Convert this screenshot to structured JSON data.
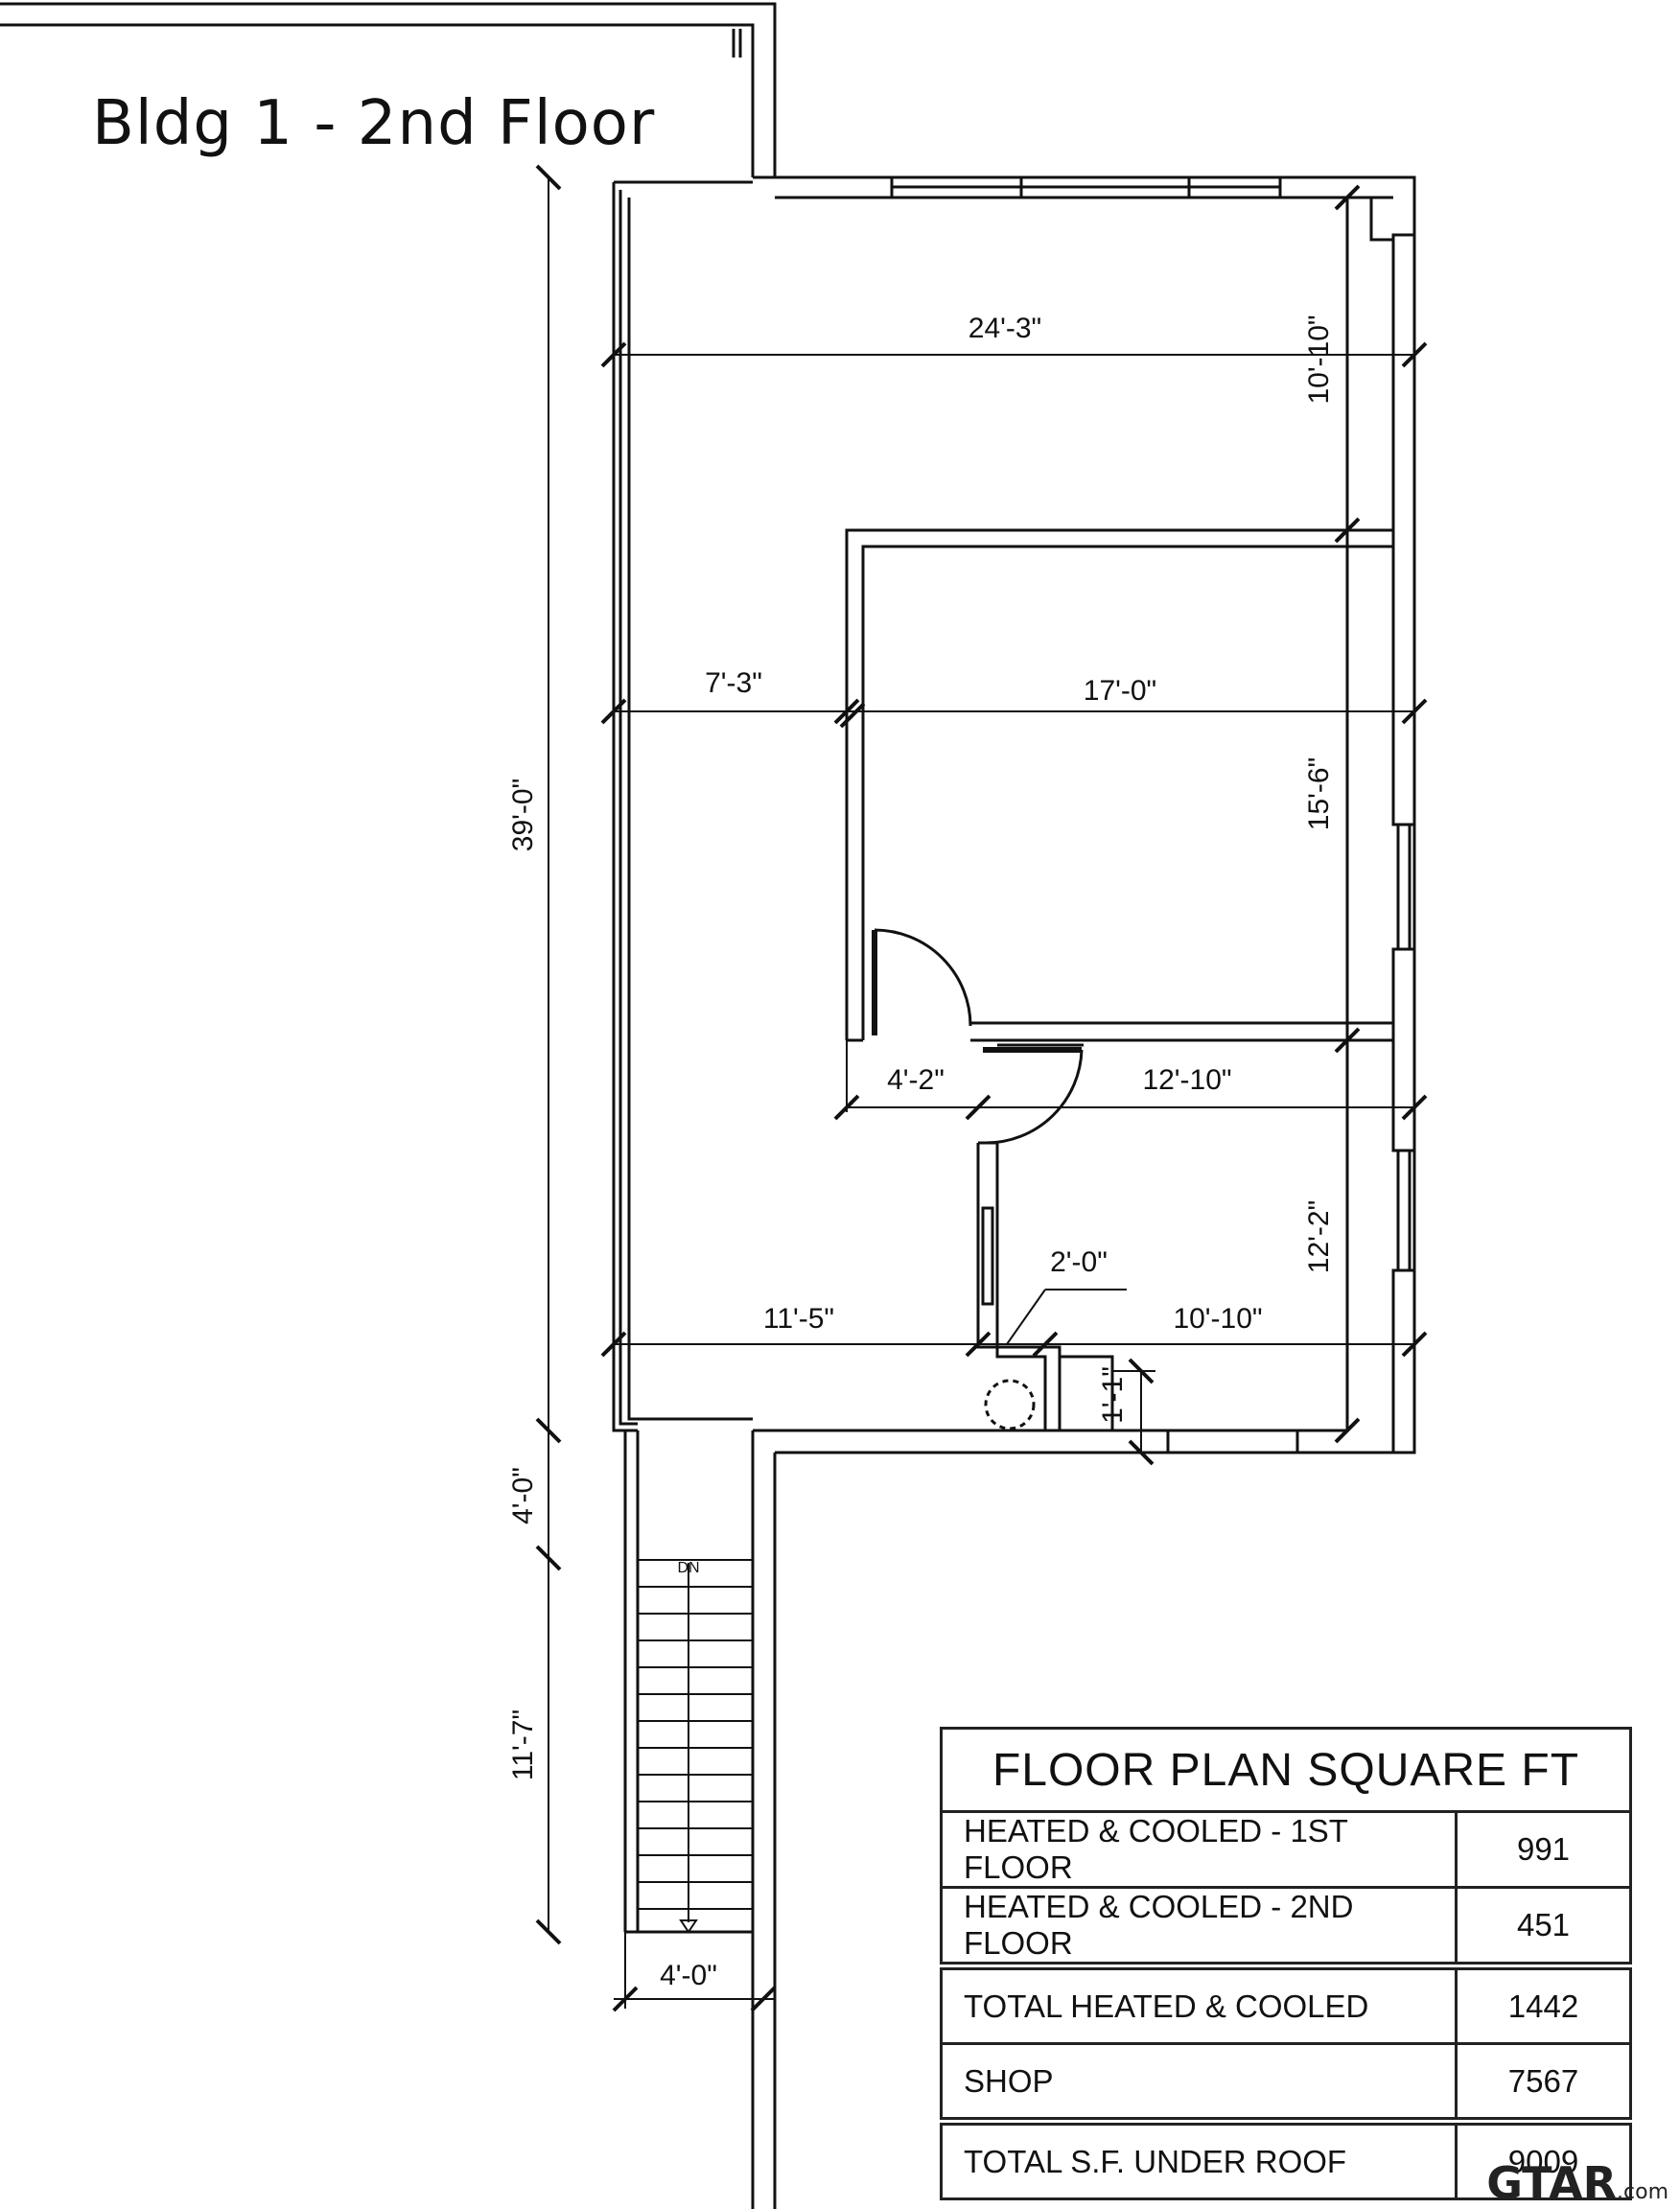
{
  "title": "Bldg 1 - 2nd Floor",
  "dimensions": {
    "overall_width": "24'-3\"",
    "left_room_width": "7'-3\"",
    "right_room_width": "17'-0\"",
    "door_offset": "4'-2\"",
    "mid_right": "12'-10\"",
    "closet": "2'-0\"",
    "lower_left": "11'-5\"",
    "lower_right": "10'-10\"",
    "upper_right_depth": "10'-10\"",
    "room_depth": "15'-6\"",
    "lower_depth": "12'-2\"",
    "small_depth": "1'-1\"",
    "total_depth": "39'-0\"",
    "landing": "4'-0\"",
    "stair_run": "11'-7\"",
    "stair_width": "4'-0\"",
    "stair_label": "DN"
  },
  "table": {
    "heading": "FLOOR PLAN SQUARE FT",
    "rows": [
      {
        "label": "HEATED & COOLED - 1ST FLOOR",
        "value": "991"
      },
      {
        "label": "HEATED & COOLED - 2ND FLOOR",
        "value": "451"
      },
      {
        "label": "TOTAL HEATED & COOLED",
        "value": "1442"
      },
      {
        "label": "SHOP",
        "value": "7567"
      },
      {
        "label": "TOTAL S.F. UNDER ROOF",
        "value": "9009"
      }
    ]
  },
  "watermark": {
    "brand": "GTAR",
    "suffix": ".com"
  }
}
